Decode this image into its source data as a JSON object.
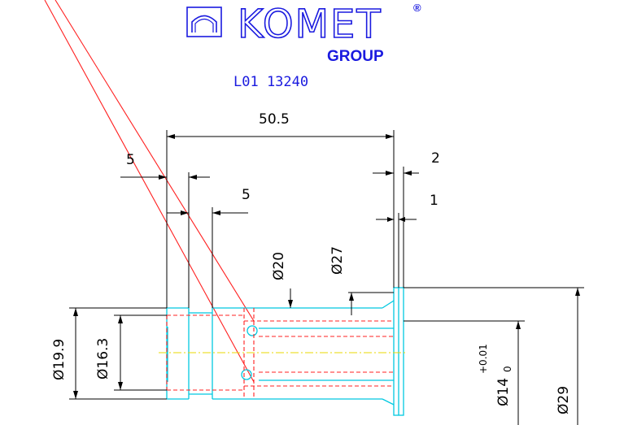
{
  "logo": {
    "name": "KOMET",
    "registered": "®",
    "group": "GROUP"
  },
  "part_number": "L01 13240",
  "dimensions": {
    "overall_length": "50.5",
    "flange_width": "2",
    "flange_step": "1",
    "groove_1": "5",
    "groove_2": "5",
    "inner_dia_20": "Ø20",
    "outer_dia_27": "Ø27",
    "dia_19_9": "Ø19.9",
    "dia_16_3": "Ø16.3",
    "bore_dia": "Ø14",
    "bore_tol_upper": "+0.01",
    "bore_tol_lower": "0",
    "flange_dia": "Ø29"
  }
}
